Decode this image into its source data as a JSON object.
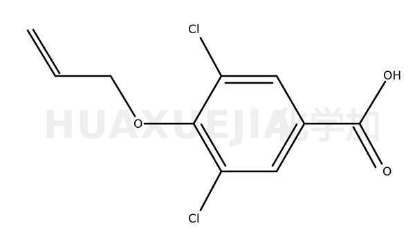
{
  "watermark": {
    "latin": "HUAXUEJIA",
    "registered": "®",
    "cjk": "化学加"
  },
  "atoms": {
    "cl_top": "Cl",
    "cl_bottom": "Cl",
    "oxygen_ether": "O",
    "hydroxyl": "OH",
    "oxygen_carbonyl": "O"
  },
  "colors": {
    "bond": "#000000",
    "watermark": "#efefef"
  }
}
